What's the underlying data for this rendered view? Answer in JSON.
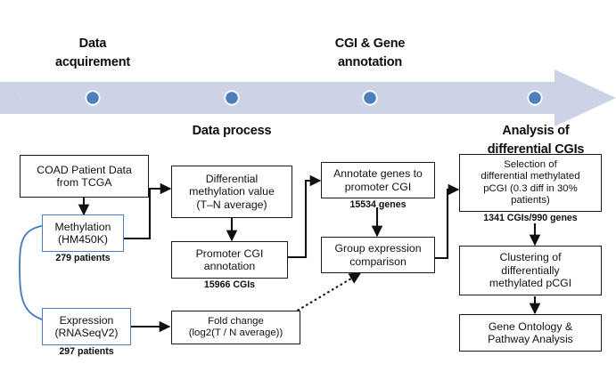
{
  "figure": {
    "type": "workflow-diagram",
    "title": "COAD methylation and expression analysis workflow"
  },
  "timeline": {
    "banner_color": "#ccd3e6",
    "marker_color": "#4a7ebc",
    "marker_ring_color": "#ffffff",
    "phases": [
      {
        "id": "acquirement",
        "label": "Data\nacquirement",
        "position": "above"
      },
      {
        "id": "process",
        "label": "Data process",
        "position": "below"
      },
      {
        "id": "annotation",
        "label": "CGI & Gene\nannotation",
        "position": "above"
      },
      {
        "id": "analysis",
        "label": "Analysis of\ndifferential CGIs",
        "position": "below"
      }
    ]
  },
  "nodes": {
    "coad": {
      "label": "COAD Patient Data\nfrom TCGA",
      "border": "black",
      "caption": ""
    },
    "methylation": {
      "label": "Methylation\n(HM450K)",
      "border": "blue",
      "caption": "279 patients"
    },
    "expression": {
      "label": "Expression\n(RNASeqV2)",
      "border": "blue",
      "caption": "297 patients"
    },
    "diff_meth_value": {
      "label": "Differential\nmethylation value\n(T–N average)",
      "border": "black",
      "caption": ""
    },
    "promoter_cgi": {
      "label": "Promoter CGI\nannotation",
      "border": "black",
      "caption": "15966 CGIs"
    },
    "fold_change": {
      "label": "Fold change\n(log2(T / N average))",
      "border": "black",
      "caption": ""
    },
    "annotate_genes": {
      "label": "Annotate genes to\npromoter CGI",
      "border": "black",
      "caption": "15534 genes"
    },
    "group_expression": {
      "label": "Group expression\ncomparison",
      "border": "black",
      "caption": ""
    },
    "selection": {
      "label": "Selection of\ndifferential methylated\npCGI (0.3 diff in 30%\npatients)",
      "border": "black",
      "caption": "1341 CGIs/990 genes"
    },
    "clustering": {
      "label": "Clustering of\ndifferentially\nmethylated pCGI",
      "border": "black",
      "caption": ""
    },
    "gene_ontology": {
      "label": "Gene Ontology &\nPathway Analysis",
      "border": "black",
      "caption": ""
    }
  },
  "connectors": [
    {
      "id": "coad-to-methylation",
      "style": "solid",
      "arrow": true
    },
    {
      "id": "methylation-to-expression-bracket",
      "style": "curved",
      "arrow": false,
      "color": "#4a7ebc"
    },
    {
      "id": "methylation-to-diff-meth-value",
      "style": "elbow",
      "arrow": true
    },
    {
      "id": "diff-meth-value-to-promoter-cgi",
      "style": "solid",
      "arrow": true
    },
    {
      "id": "promoter-cgi-to-annotate-genes",
      "style": "elbow",
      "arrow": true
    },
    {
      "id": "annotate-genes-to-group-expression",
      "style": "solid",
      "arrow": true
    },
    {
      "id": "expression-to-fold-change",
      "style": "solid",
      "arrow": true
    },
    {
      "id": "fold-change-to-group-expression",
      "style": "dotted",
      "arrow": true
    },
    {
      "id": "group-expression-to-selection",
      "style": "elbow",
      "arrow": true
    },
    {
      "id": "selection-to-clustering",
      "style": "solid",
      "arrow": true
    },
    {
      "id": "clustering-to-gene-ontology",
      "style": "solid",
      "arrow": true
    }
  ]
}
